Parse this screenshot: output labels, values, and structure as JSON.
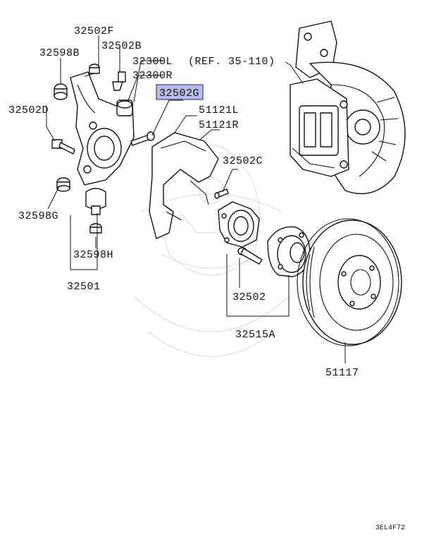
{
  "labels": {
    "p32502F": "32502F",
    "p32598B": "32598B",
    "p32502B": "32502B",
    "p32300L": "32300L",
    "p32300R": "32300R",
    "ref": "(REF. 35-110)",
    "p32502G": "32502G",
    "p32502D": "32502D",
    "p51121L": "51121L",
    "p51121R": "51121R",
    "p32502C": "32502C",
    "p32598G": "32598G",
    "p32598H": "32598H",
    "p32501": "32501",
    "p32502": "32502",
    "p32515A": "32515A",
    "p51117": "51117",
    "diagram_code": "3EL4F72"
  },
  "colors": {
    "highlight_fill": "#b7bde6",
    "highlight_border": "#3a3f8f",
    "line": "#111111",
    "watermark": "#c9c9c9"
  },
  "icons": {
    "watermark": "samurai-helmet-watermark"
  }
}
